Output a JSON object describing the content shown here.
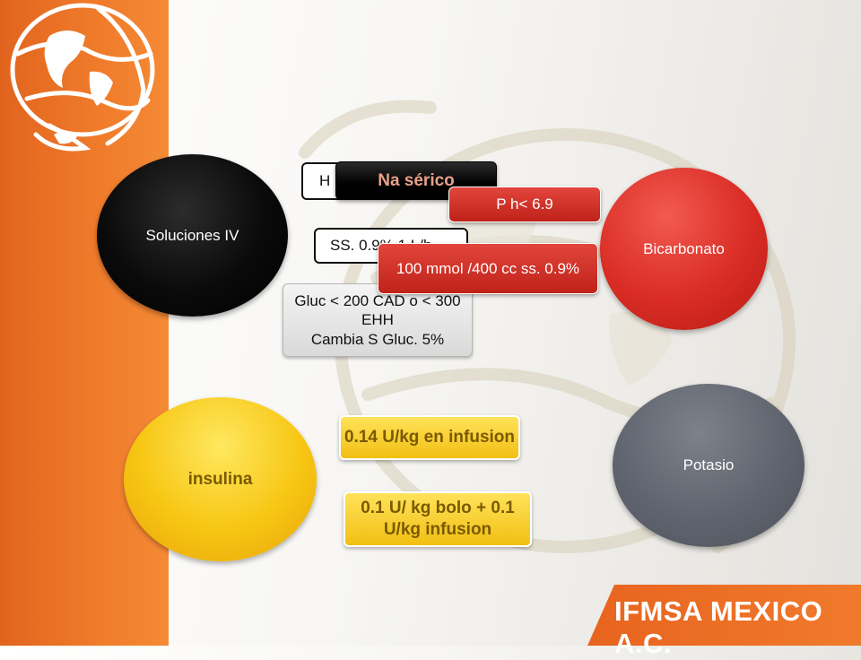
{
  "colors": {
    "sidebar_orange": "#ef7a2a",
    "accent_red": "#d92c24",
    "accent_yellow": "#f7c613",
    "accent_gray": "#60646e",
    "accent_black": "#000000"
  },
  "circles": {
    "soluciones": "Soluciones IV",
    "bicarbonato": "Bicarbonato",
    "insulina": "insulina",
    "potasio": "Potasio"
  },
  "boxes": {
    "h_partial": "H",
    "na_serico": "Na sérico",
    "ph": "P h< 6.9",
    "ss_partial": "SS. 0.9% 1 L/h",
    "bicarb_dose": "100 mmol /400 cc ss. 0.9%",
    "gluc_line1": "Gluc < 200 CAD o < 300 EHH",
    "gluc_line2": "Cambia  S Gluc. 5%",
    "insulina_infusion": "0.14 U/kg en infusion",
    "insulina_bolo": "0.1 U/ kg bolo + 0.1 U/kg infusion"
  },
  "banner": "IFMSA MEXICO A.C.",
  "icons": [
    "globe-logo-icon",
    "turtle-watermark-icon"
  ]
}
